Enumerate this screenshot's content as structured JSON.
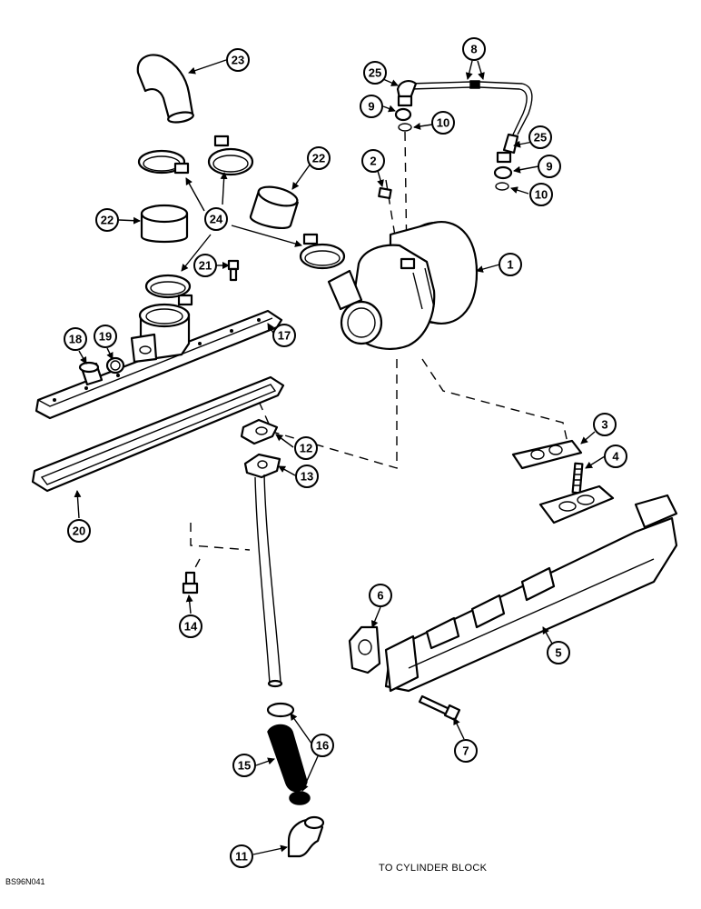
{
  "caption": "TO CYLINDER BLOCK",
  "figure_code": "BS96N041",
  "callouts": [
    "1",
    "2",
    "3",
    "4",
    "5",
    "6",
    "7",
    "8",
    "9",
    "9",
    "10",
    "10",
    "11",
    "12",
    "13",
    "14",
    "15",
    "16",
    "17",
    "18",
    "19",
    "20",
    "21",
    "22",
    "22",
    "23",
    "24",
    "25",
    "25"
  ]
}
